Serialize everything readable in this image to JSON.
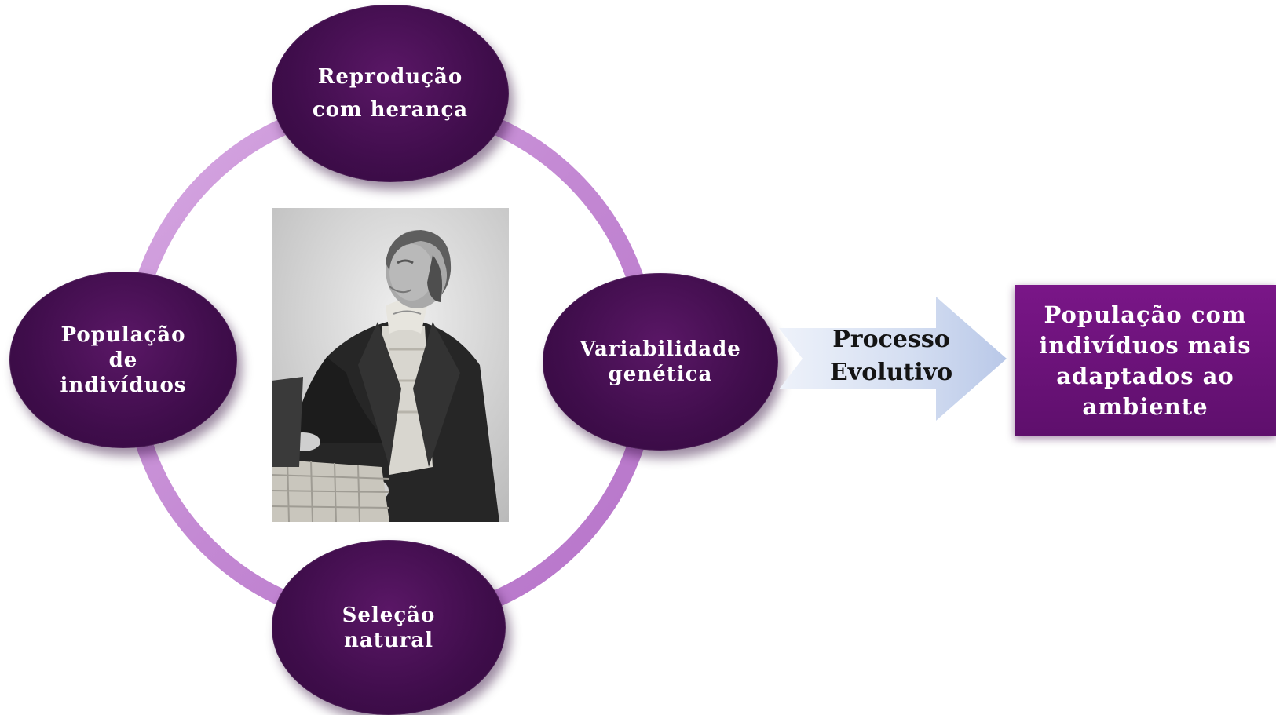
{
  "cycle": {
    "top": {
      "line1": "Reprodução",
      "line2": "com herança"
    },
    "right": {
      "line1": "Variabilidade",
      "line2": "genética"
    },
    "bottom": {
      "line1": "Seleção",
      "line2": "natural"
    },
    "left": {
      "line1": "População",
      "line2": "de",
      "line3": "indivíduos"
    }
  },
  "arrow": {
    "line1": "Processo",
    "line2": "Evolutivo"
  },
  "result": {
    "line1": "População com",
    "line2": "indivíduos mais",
    "line3": "adaptados ao",
    "line4": "ambiente"
  },
  "colors": {
    "node_fill": "#3f0d4b",
    "ring": "#c892d6",
    "result_fill": "#6d1379",
    "arrow_fill": "#d9e2f4"
  }
}
